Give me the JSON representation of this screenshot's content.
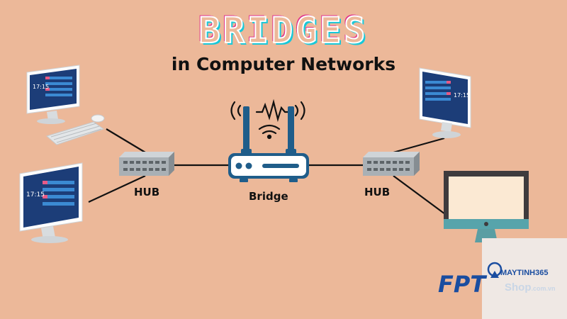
{
  "title": "BRIDGES",
  "subtitle": "in Computer Networks",
  "labels": {
    "hub_left": "HUB",
    "bridge": "Bridge",
    "hub_right": "HUB"
  },
  "screens": {
    "clock_top_left": "17:15",
    "clock_bottom_left": "17:15",
    "clock_top_right": "17:15"
  },
  "watermark": {
    "fpt": "FPT",
    "brand": "MAYTINH365",
    "shop": "Shop",
    "domain": ".com.vn"
  },
  "colors": {
    "background": "#ecb899",
    "title_fill": "#ecb899",
    "title_outline": "#ffffff",
    "title_shadow_cyan": "#18c8d8",
    "title_shadow_magenta": "#e0358a",
    "screen_blue": "#1c3d78",
    "router_blue": "#1f5d8a",
    "monitor_stand": "#57a4ab",
    "monitor_screen": "#fbe9d3",
    "hub_gray": "#a9b0b5"
  }
}
